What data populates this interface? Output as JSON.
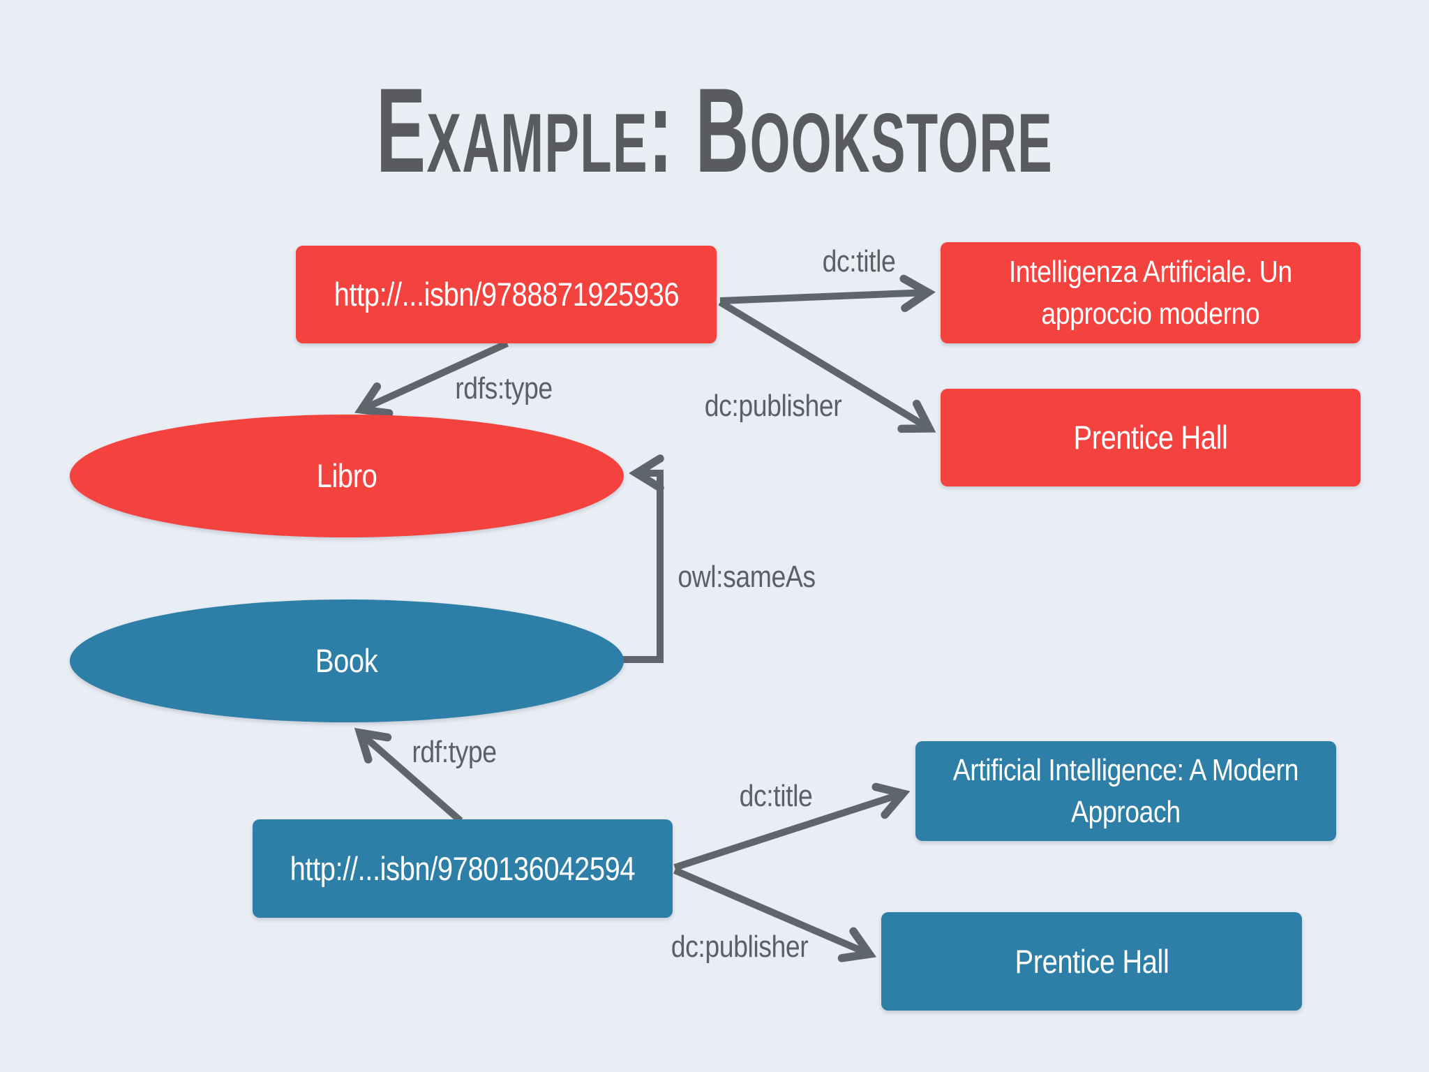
{
  "title": "Example: Bookstore",
  "colors": {
    "background": "#e9edf4",
    "red_node": "#f4423e",
    "blue_node": "#2e7fa7",
    "arrow_gray": "#5f666b",
    "label_gray": "#5a6166",
    "title_gray": "#595b5e"
  },
  "nodes": {
    "uri_red": {
      "label": "http://...isbn/9788871925936"
    },
    "title_red": {
      "label": "Intelligenza Artificiale. Un\napproccio moderno"
    },
    "publisher_red": {
      "label": "Prentice Hall"
    },
    "class_libro": {
      "label": "Libro"
    },
    "class_book": {
      "label": "Book"
    },
    "uri_blue": {
      "label": "http://...isbn/9780136042594"
    },
    "title_blue": {
      "label": "Artificial Intelligence: A Modern\nApproach"
    },
    "publisher_blue": {
      "label": "Prentice Hall"
    }
  },
  "edges": {
    "dc_title_top": "dc:title",
    "rdfs_type": "rdfs:type",
    "dc_publisher_top": "dc:publisher",
    "owl_sameas": "owl:sameAs",
    "rdf_type": "rdf:type",
    "dc_title_bottom": "dc:title",
    "dc_publisher_bottom": "dc:publisher"
  }
}
